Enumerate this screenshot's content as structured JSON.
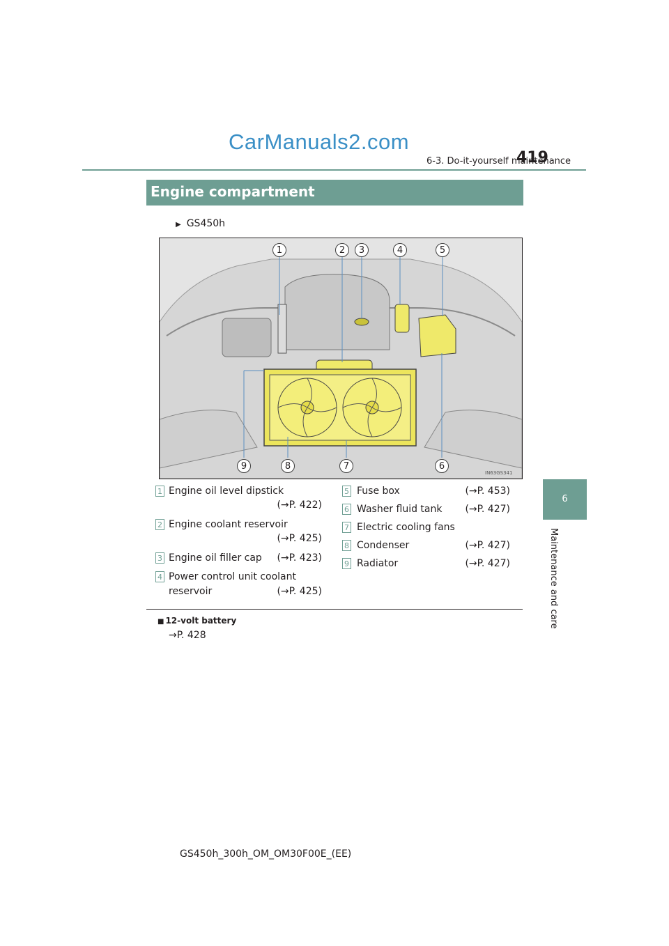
{
  "watermark": "CarManuals2.com",
  "header": {
    "section": "6-3. Do-it-yourself maintenance",
    "page_number": "419"
  },
  "side_tab": {
    "chapter": "6",
    "label": "Maintenance and care"
  },
  "section_title": "Engine compartment",
  "model": {
    "marker": "▶",
    "name": "GS450h"
  },
  "figure": {
    "code": "IN63GS341",
    "callouts": [
      "1",
      "2",
      "3",
      "4",
      "5",
      "9",
      "8",
      "7",
      "6"
    ]
  },
  "legend_left": [
    {
      "num": "1",
      "label": "Engine oil level dipstick",
      "ref": "(→P. 422)"
    },
    {
      "num": "2",
      "label": "Engine coolant reservoir",
      "ref": "(→P. 425)"
    },
    {
      "num": "3",
      "label": "Engine oil filler cap",
      "ref": "(→P. 423)"
    },
    {
      "num": "4",
      "label": "Power control unit coolant",
      "label2": "reservoir",
      "ref": "(→P. 425)"
    }
  ],
  "legend_right": [
    {
      "num": "5",
      "label": "Fuse box",
      "ref": "(→P. 453)"
    },
    {
      "num": "6",
      "label": "Washer fluid tank",
      "ref": "(→P. 427)"
    },
    {
      "num": "7",
      "label": "Electric cooling fans",
      "ref": ""
    },
    {
      "num": "8",
      "label": "Condenser",
      "ref": "(→P. 427)"
    },
    {
      "num": "9",
      "label": "Radiator",
      "ref": "(→P. 427)"
    }
  ],
  "note": {
    "marker": "■",
    "title": "12-volt battery",
    "ref": "→P. 428"
  },
  "footer": "GS450h_300h_OM_OM30F00E_(EE)"
}
